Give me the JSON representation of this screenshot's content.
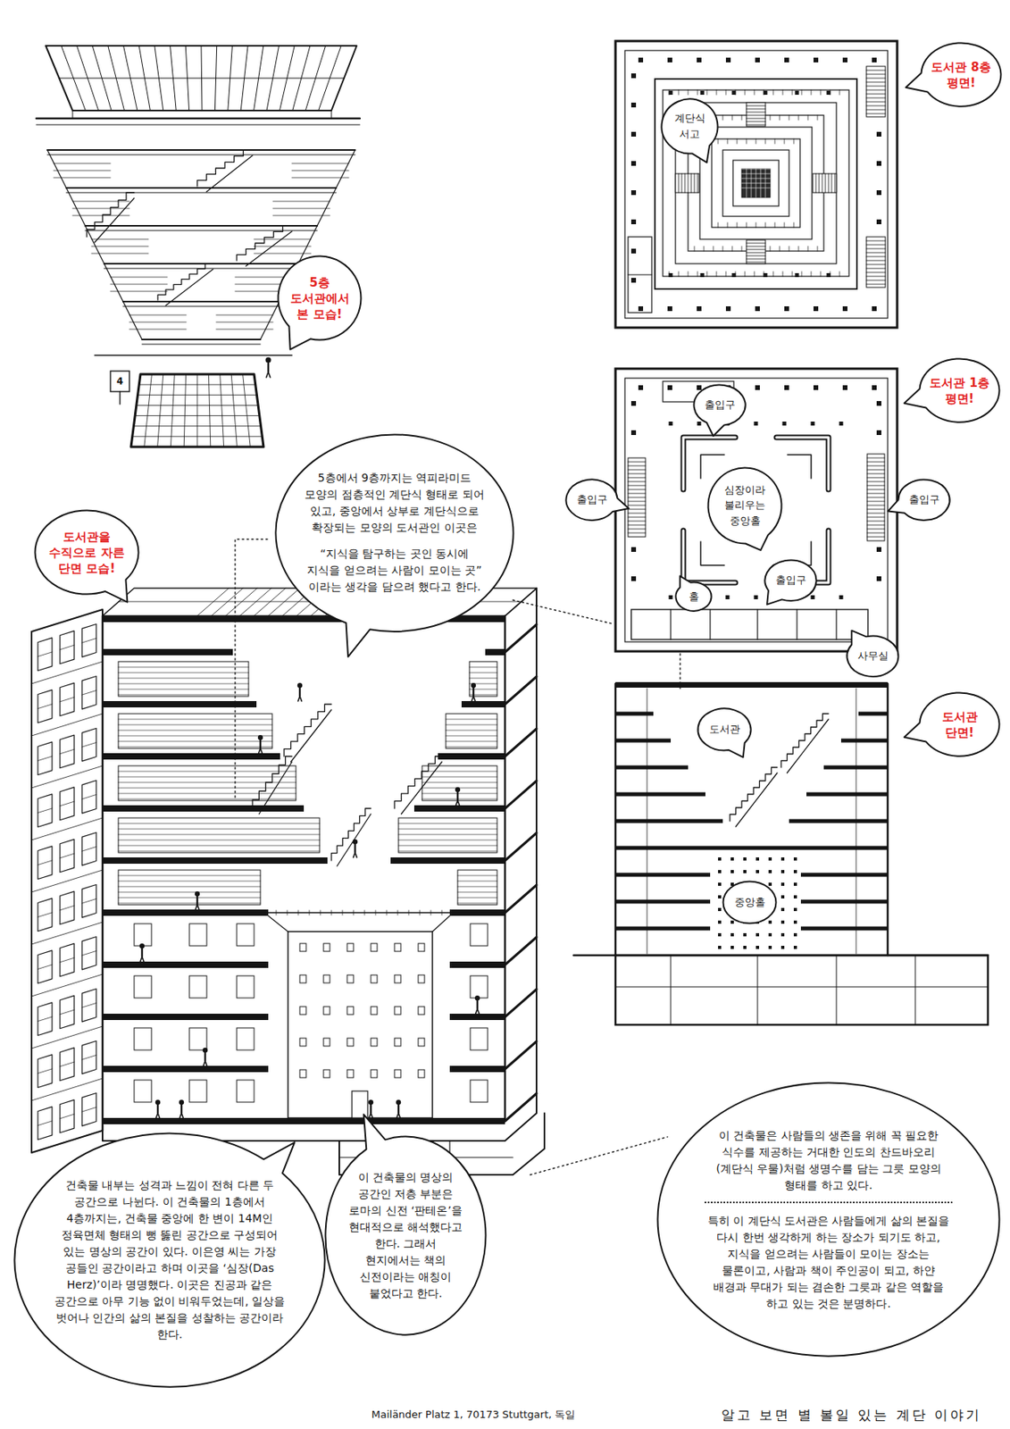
{
  "diagram": {
    "caption": "알고 보면 별 볼일 있는 계단 이야기",
    "nodes": [
      {
        "text": [
          "도서관 8층 평면!"
        ]
      },
      {
        "text": [
          "5층 도서관에서 본 모습!"
        ]
      },
      {
        "text": [
          "계단식 서고"
        ]
      },
      {
        "text": [
          "도서관 1층 평면!"
        ]
      },
      {
        "text": [
          "출입구"
        ]
      },
      {
        "text": [
          "심장이라 불리우는 중앙홀"
        ]
      },
      {
        "text": [
          "출입구"
        ]
      },
      {
        "text": [
          "출입구"
        ]
      },
      {
        "text": [
          "홀"
        ]
      },
      {
        "text": [
          "출입구"
        ]
      },
      {
        "text": [
          "사무실"
        ]
      },
      {
        "text": [
          "5층에서 9층까지는 역피라미드 모양의 점층적인 계단식 형태로 되어 있고, 중앙에서 상부로 계단식으로 확장되는 모양의 도서관인 이곳은",
          "“지식을 탐구하는 곳인 동시에 지식을 얻으려는 사람이 모이는 곳” 이라는 생각을 담으려 했다고 한다."
        ]
      },
      {
        "text": [
          "도서관을 수직으로 자른 단면 모습!"
        ]
      },
      {
        "text": [
          "도서관 단면!"
        ]
      },
      {
        "text": [
          "도서관"
        ]
      },
      {
        "text": [
          "중앙홀"
        ]
      },
      {
        "text": [
          "건축물 내부는 성격과 느낌이 전혀 다른 두 공간으로 나뉜다. 이 건축물의 1층에서 4층까지는, 건축물 중앙에 한 변이 14M인 정육면체 형태의 뻥 뚫린 공간으로 구성되어 있는 명상의 공간이 있다. 이은영 씨는 가장 공들인 공간이라고 하며 이곳을 ‘심장(Das Herz)’이라 명명했다. 이곳은 진공과 같은 공간으로 아무 기능 없이 비워두었는데, 일상을 벗어나 인간의 삶의 본질을 성찰하는 공간이라 한다."
        ]
      },
      {
        "text": [
          "이 건축물의 명상의 공간인 저층 부분은 로마의 신전 ‘판테온’을 현대적으로 해석했다고 한다. 그래서 현지에서는 책의 신전이라는 애칭이 붙었다고 한다."
        ]
      },
      {
        "text": [
          "이 건축물은 사람들의 생존을 위해 꼭 필요한 식수를 제공하는 거대한 인도의 찬드바오리(계단식 우물)처럼 생명수를 담는 그릇 모양의 형태를 하고 있다.",
          "특히 이 계단식 도서관은 사람들에게 삶의 본질을 다시 한번 생각하게 하는 장소가 되기도 하고, 지식을 얻으려는 사람들이 모이는 장소는 물론이고, 사람과 책이 주인공이 되고, 하얀 배경과 무대가 되는 겸손한 그릇과 같은 역할을 하고 있는 것은 분명하다."
        ]
      }
    ],
    "labels": [
      "4",
      "Mailänder Platz 1, 70173 Stuttgart, 독일"
    ]
  }
}
